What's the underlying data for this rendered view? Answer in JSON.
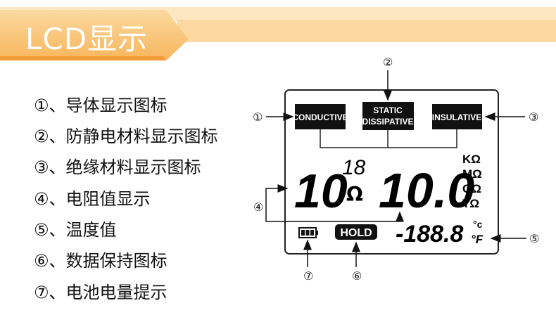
{
  "header": {
    "title": "LCD显示",
    "colors": {
      "bar_light": "#fde7c2",
      "bar_mid": "#f9c77e",
      "bar_dark": "#f3a33f"
    }
  },
  "legend": {
    "items": [
      "①、导体显示图标",
      "②、防静电材料显示图标",
      "③、绝缘材料显示图标",
      "④、电阻值显示",
      "⑤、温度值",
      "⑥、数据保持图标",
      "⑦、电池电量提示"
    ]
  },
  "lcd": {
    "icons": {
      "conductive": "CONDUCTIVE",
      "static_line1": "STATIC",
      "static_line2": "DISSIPATIVE",
      "insulative": "INSULATIVE",
      "hold": "HOLD"
    },
    "resistance": {
      "mantissa": "10",
      "exponent": "18",
      "ohm_symbol": "Ω",
      "value": "10.0"
    },
    "units": [
      "KΩ",
      "MΩ",
      "GΩ",
      "TΩ"
    ],
    "temperature": {
      "value": "-188.8",
      "celsius": "°c",
      "fahrenheit": "°F"
    },
    "battery_bars": 3
  },
  "callouts": [
    "①",
    "②",
    "③",
    "④",
    "⑤",
    "⑥",
    "⑦"
  ]
}
